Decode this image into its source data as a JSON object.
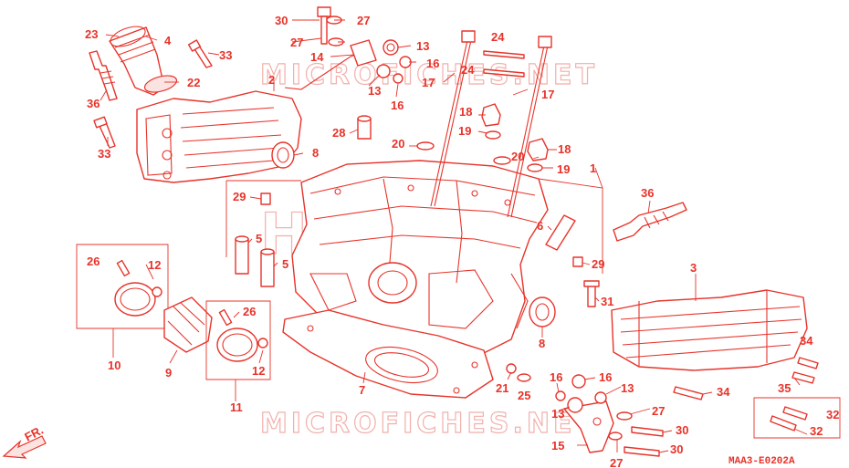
{
  "watermarks": {
    "top": "MICROFICHES.NET",
    "bottom": "MICROFICHES.NET",
    "center": "HONDA"
  },
  "diagram_code": "MAA3-E0202A",
  "direction_label": "FR.",
  "callouts": [
    {
      "id": "c30a",
      "text": "30"
    },
    {
      "id": "c27a",
      "text": "27"
    },
    {
      "id": "c27b",
      "text": "27"
    },
    {
      "id": "c23",
      "text": "23"
    },
    {
      "id": "c4",
      "text": "4"
    },
    {
      "id": "c33a",
      "text": "33"
    },
    {
      "id": "c24a",
      "text": "24"
    },
    {
      "id": "c13a",
      "text": "13"
    },
    {
      "id": "c14",
      "text": "14"
    },
    {
      "id": "c16a",
      "text": "16"
    },
    {
      "id": "c24b",
      "text": "24"
    },
    {
      "id": "c2",
      "text": "2"
    },
    {
      "id": "c13b",
      "text": "13"
    },
    {
      "id": "c17a",
      "text": "17"
    },
    {
      "id": "c22",
      "text": "22"
    },
    {
      "id": "c36a",
      "text": "36"
    },
    {
      "id": "c16b",
      "text": "16"
    },
    {
      "id": "c17b",
      "text": "17"
    },
    {
      "id": "c18a",
      "text": "18"
    },
    {
      "id": "c19a",
      "text": "19"
    },
    {
      "id": "c28",
      "text": "28"
    },
    {
      "id": "c33b",
      "text": "33"
    },
    {
      "id": "c20a",
      "text": "20"
    },
    {
      "id": "c8a",
      "text": "8"
    },
    {
      "id": "c18b",
      "text": "18"
    },
    {
      "id": "c20b",
      "text": "20"
    },
    {
      "id": "c19b",
      "text": "19"
    },
    {
      "id": "c1",
      "text": "1"
    },
    {
      "id": "c36b",
      "text": "36"
    },
    {
      "id": "c29a",
      "text": "29"
    },
    {
      "id": "c6",
      "text": "6"
    },
    {
      "id": "c5a",
      "text": "5"
    },
    {
      "id": "c26a",
      "text": "26"
    },
    {
      "id": "c12a",
      "text": "12"
    },
    {
      "id": "c5b",
      "text": "5"
    },
    {
      "id": "c29b",
      "text": "29"
    },
    {
      "id": "c3",
      "text": "3"
    },
    {
      "id": "c31",
      "text": "31"
    },
    {
      "id": "c26b",
      "text": "26"
    },
    {
      "id": "c10",
      "text": "10"
    },
    {
      "id": "c9",
      "text": "9"
    },
    {
      "id": "c8b",
      "text": "8"
    },
    {
      "id": "c34a",
      "text": "34"
    },
    {
      "id": "c12b",
      "text": "12"
    },
    {
      "id": "c7",
      "text": "7"
    },
    {
      "id": "c21",
      "text": "21"
    },
    {
      "id": "c16c",
      "text": "16"
    },
    {
      "id": "c16d",
      "text": "16"
    },
    {
      "id": "c35",
      "text": "35"
    },
    {
      "id": "c25",
      "text": "25"
    },
    {
      "id": "c13c",
      "text": "13"
    },
    {
      "id": "c34b",
      "text": "34"
    },
    {
      "id": "c11",
      "text": "11"
    },
    {
      "id": "c13d",
      "text": "13"
    },
    {
      "id": "c27c",
      "text": "27"
    },
    {
      "id": "c32a",
      "text": "32"
    },
    {
      "id": "c30b",
      "text": "30"
    },
    {
      "id": "c32b",
      "text": "32"
    },
    {
      "id": "c15",
      "text": "15"
    },
    {
      "id": "c30c",
      "text": "30"
    },
    {
      "id": "c27d",
      "text": "27"
    }
  ]
}
